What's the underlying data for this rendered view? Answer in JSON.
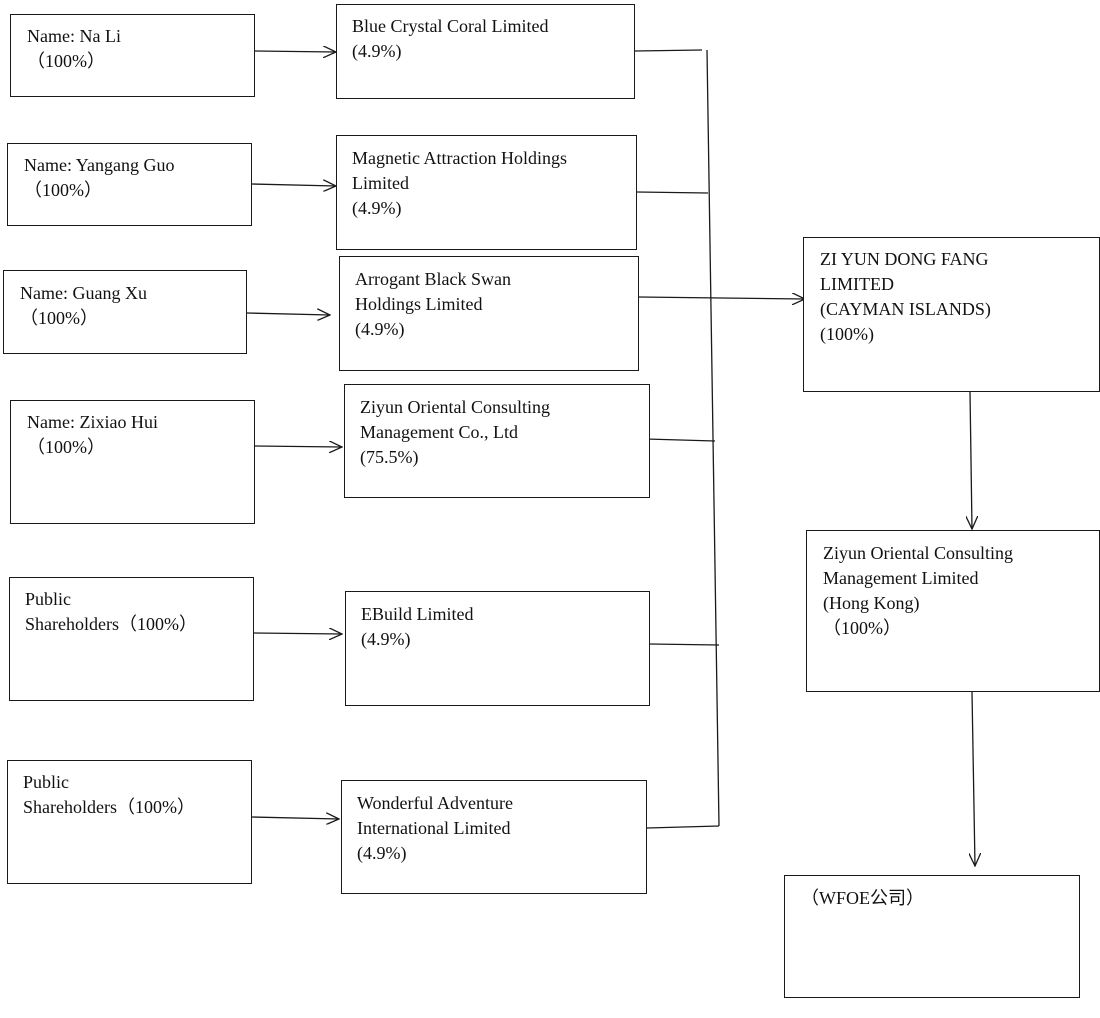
{
  "shareholders": [
    {
      "id": "sh1",
      "lines": [
        "Name: Na Li",
        "（100%）"
      ]
    },
    {
      "id": "sh2",
      "lines": [
        "Name: Yangang Guo",
        "（100%）"
      ]
    },
    {
      "id": "sh3",
      "lines": [
        "Name: Guang Xu",
        "（100%）"
      ]
    },
    {
      "id": "sh4",
      "lines": [
        "Name: Zixiao Hui",
        "（100%）"
      ]
    },
    {
      "id": "sh5",
      "lines": [
        "Public",
        "Shareholders（100%）"
      ]
    },
    {
      "id": "sh6",
      "lines": [
        "Public",
        "Shareholders（100%）"
      ]
    }
  ],
  "holdcos": [
    {
      "id": "hc1",
      "lines": [
        "Blue Crystal Coral Limited",
        "(4.9%)"
      ]
    },
    {
      "id": "hc2",
      "lines": [
        "Magnetic Attraction Holdings",
        "Limited",
        "(4.9%)"
      ]
    },
    {
      "id": "hc3",
      "lines": [
        "Arrogant Black Swan",
        "Holdings Limited",
        "(4.9%)"
      ]
    },
    {
      "id": "hc4",
      "lines": [
        "Ziyun Oriental Consulting",
        "Management Co., Ltd",
        "(75.5%)"
      ]
    },
    {
      "id": "hc5",
      "lines": [
        "EBuild Limited",
        "(4.9%)"
      ]
    },
    {
      "id": "hc6",
      "lines": [
        "Wonderful Adventure",
        "International Limited",
        "(4.9%)"
      ]
    }
  ],
  "cayman": {
    "lines": [
      "ZI YUN DONG FANG",
      "LIMITED",
      "(CAYMAN ISLANDS)",
      "(100%)"
    ]
  },
  "hongkong": {
    "lines": [
      "Ziyun Oriental Consulting",
      "Management Limited",
      "(Hong Kong)",
      "（100%）"
    ]
  },
  "wfoe": {
    "lines": [
      "（WFOE公司）"
    ]
  }
}
